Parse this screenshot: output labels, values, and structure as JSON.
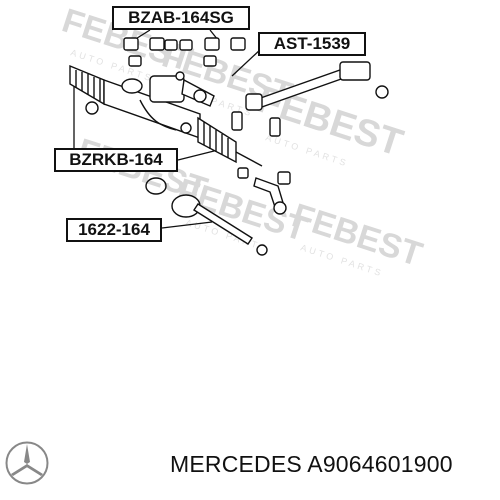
{
  "watermark": {
    "brand": "FEBEST",
    "tagline": "AUTO PARTS"
  },
  "callouts": {
    "bushing_kit": "BZAB-164SG",
    "steering_joint": "AST-1539",
    "boot_kit": "BZRKB-164",
    "tie_rod": "1622-164"
  },
  "footer": {
    "brand": "MERCEDES",
    "part_number": "A9064601900",
    "text": "MERCEDES A9064601900"
  },
  "colors": {
    "line": "#111111",
    "watermark": "#d8d8d8",
    "background": "#ffffff"
  },
  "icons": {
    "logo": "mercedes-star-logo"
  }
}
